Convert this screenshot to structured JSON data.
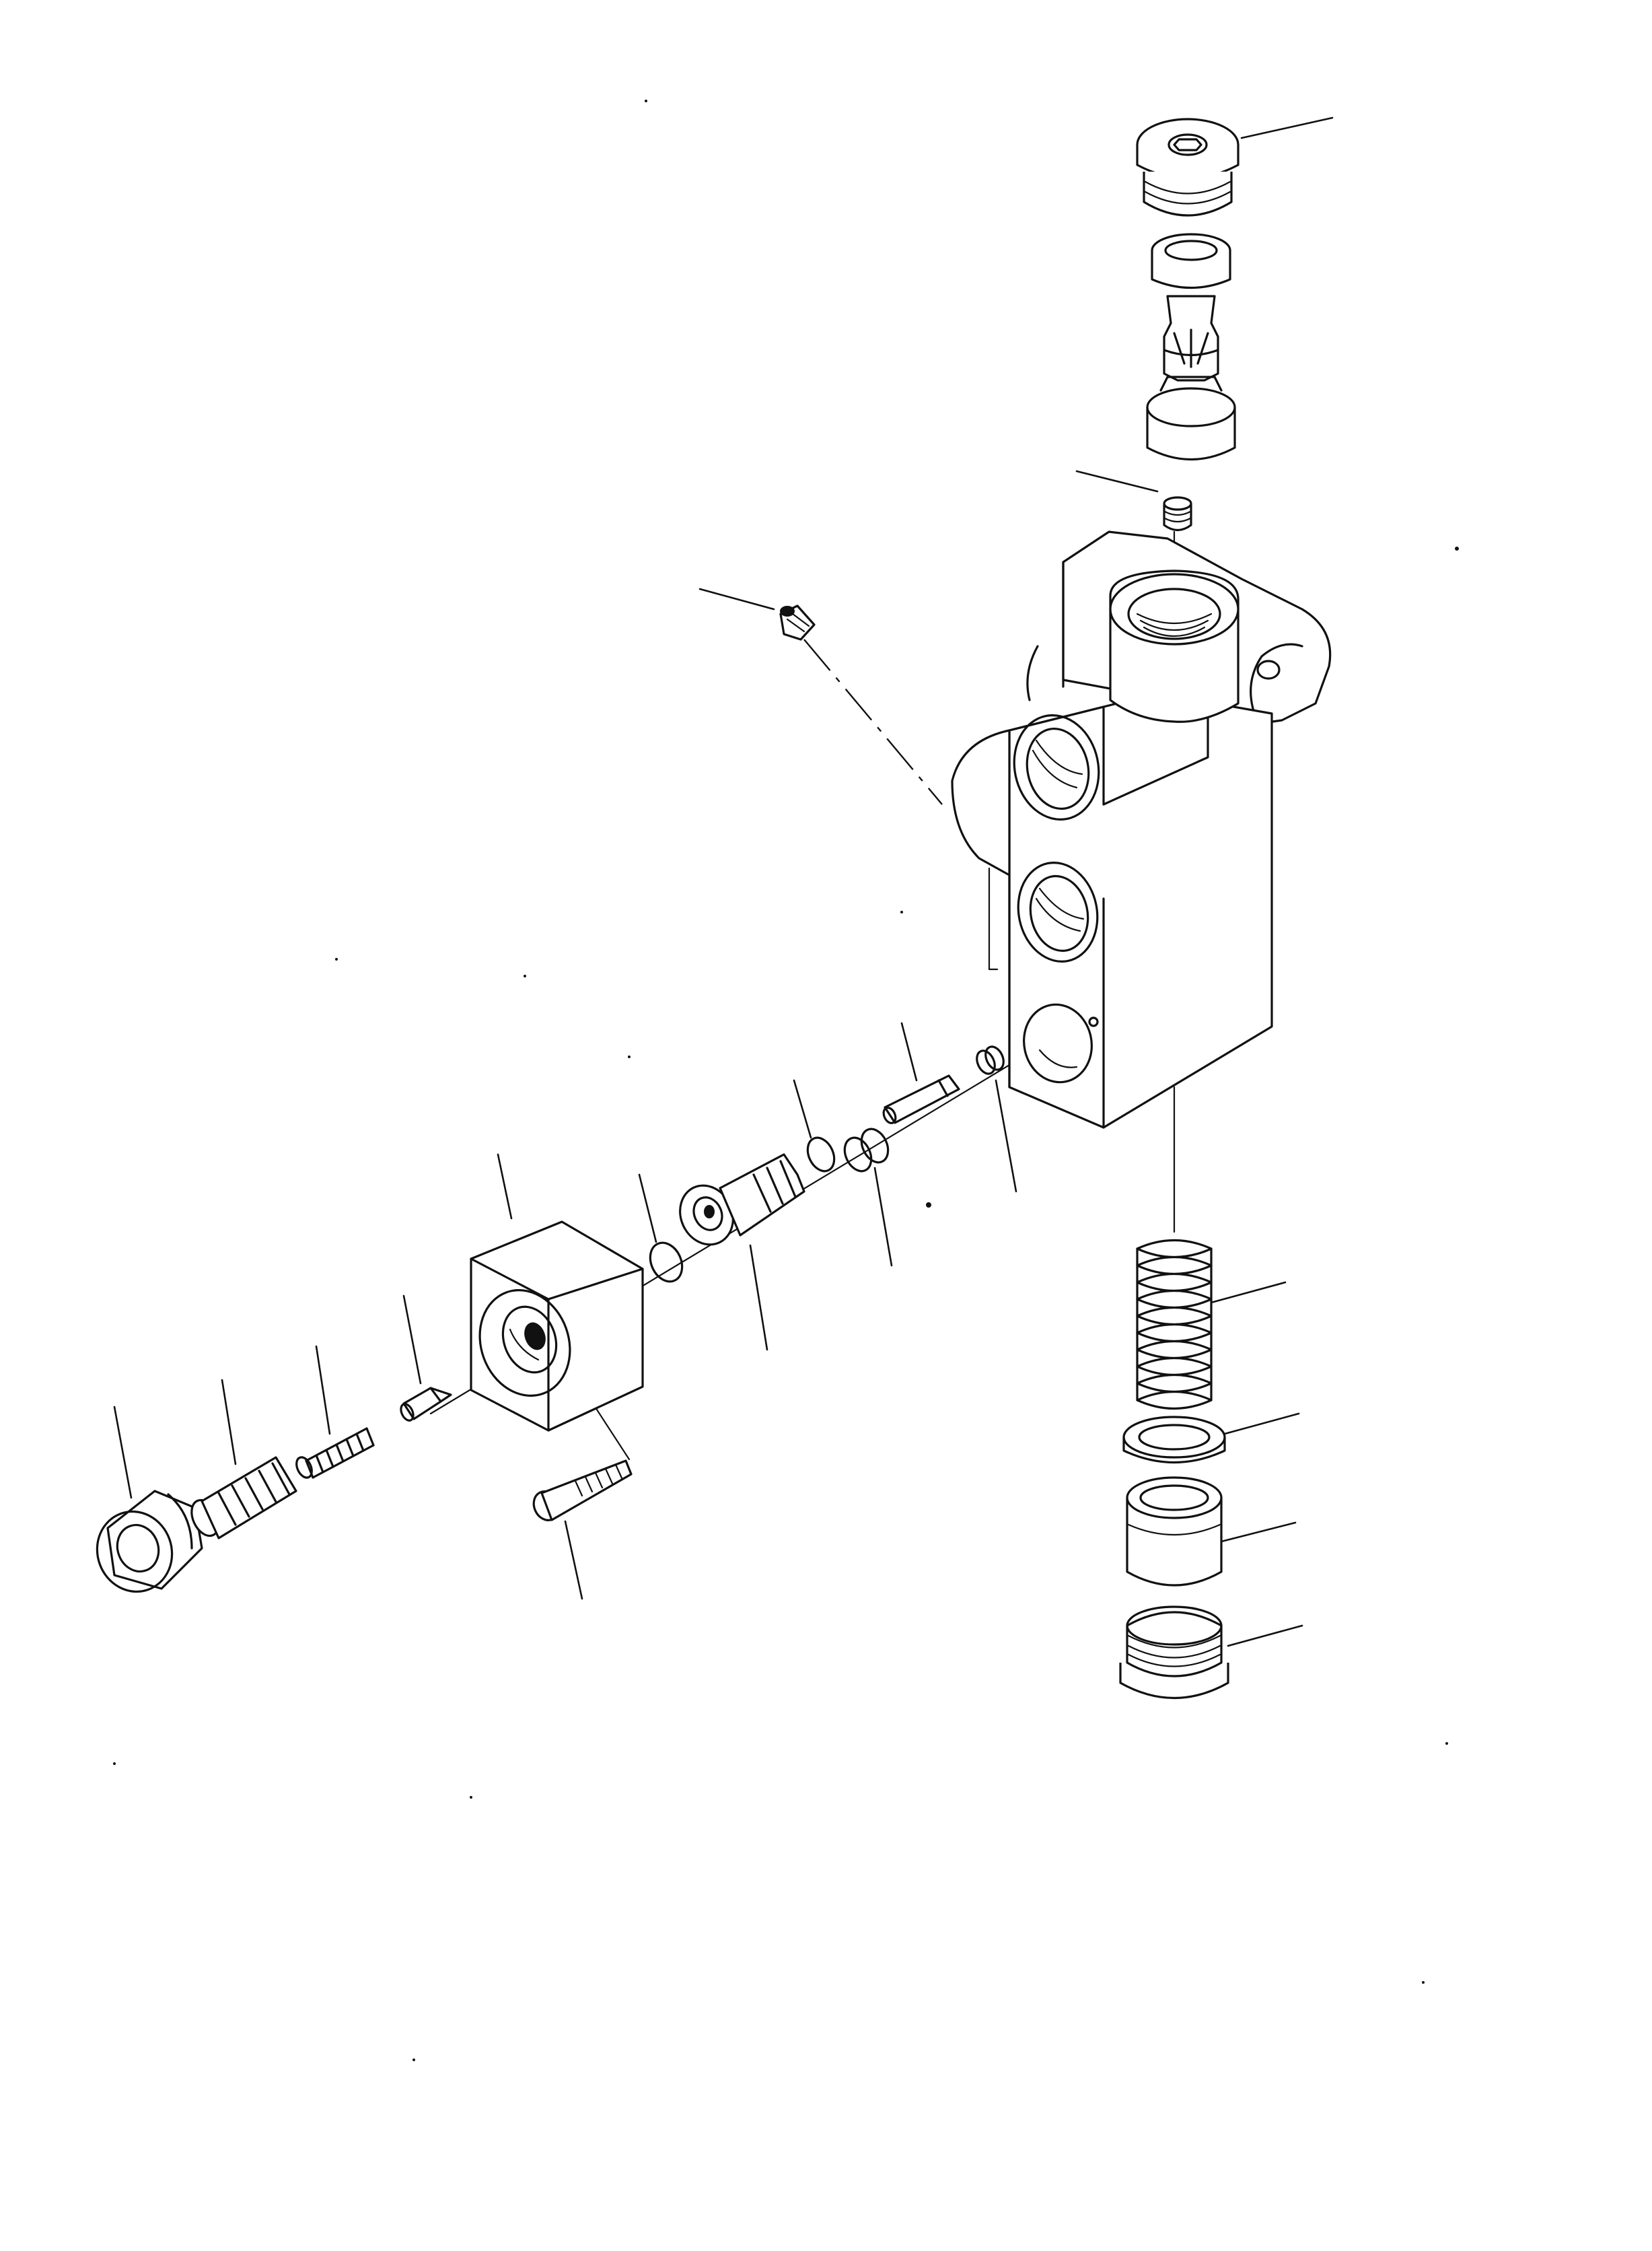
{
  "figure": {
    "background_color": "#ffffff",
    "line_color": "#111111"
  },
  "parts": [
    "valve-body",
    "top-plug",
    "top-cage",
    "top-poppet",
    "top-sleeve",
    "top-small-plug",
    "side-small-plug",
    "relief-housing-block",
    "retaining-screw",
    "relief-spool",
    "o-ring-large",
    "o-ring-medium",
    "o-ring-pair",
    "pilot-pin",
    "pilot-seal",
    "adjuster-cap",
    "adjuster-spring-guide",
    "pilot-spring",
    "pilot-poppet",
    "bottom-spring",
    "bottom-ring",
    "bottom-sleeve",
    "bottom-plug"
  ]
}
